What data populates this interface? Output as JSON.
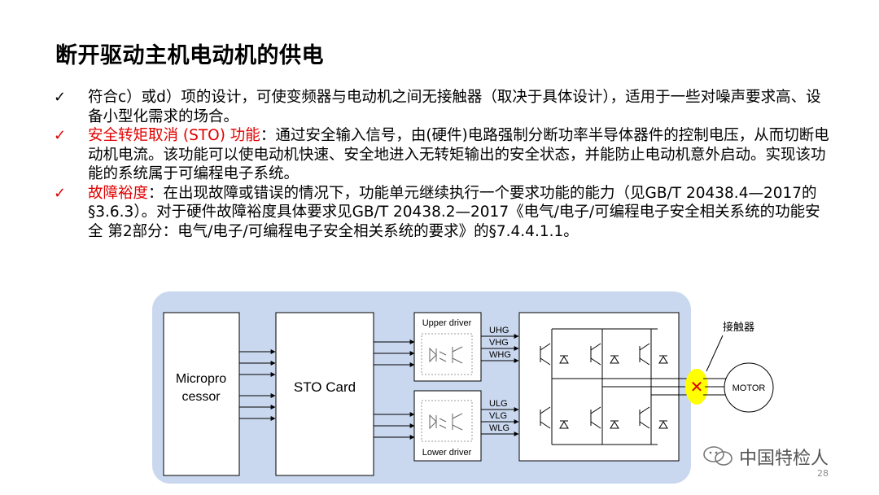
{
  "slide": {
    "title": "断开驱动主机电动机的供电",
    "bullets": [
      {
        "check": "✓",
        "highlight": "",
        "text": "符合c）或d）项的设计，可使变频器与电动机之间无接触器（取决于具体设计），适用于一些对噪声要求高、设备小型化需求的场合。"
      },
      {
        "check": "✓",
        "highlight": "安全转矩取消 (STO) 功能",
        "text": "：通过安全输入信号，由(硬件)电路强制分断功率半导体器件的控制电压，从而切断电动机电流。该功能可以使电动机快速、安全地进入无转矩输出的安全状态，并能防止电动机意外启动。实现该功能的系统属于可编程电子系统。"
      },
      {
        "check": "✓",
        "highlight": "故障裕度",
        "text": "：在出现故障或错误的情况下，功能单元继续执行一个要求功能的能力（见GB/T 20438.4—2017的§3.6.3）。对于硬件故障裕度具体要求见GB/T 20438.2—2017《电气/电子/可编程电子安全相关系统的功能安全 第2部分：电气/电子/可编程电子安全相关系统的要求》的§7.4.4.1.1。"
      }
    ],
    "page_number": "28"
  },
  "diagram": {
    "microprocessor_line1": "Micropro",
    "microprocessor_line2": "cessor",
    "sto_card": "STO Card",
    "upper_driver": "Upper driver",
    "lower_driver": "Lower driver",
    "upper_signals": [
      "UHG",
      "VHG",
      "WHG"
    ],
    "lower_signals": [
      "ULG",
      "VLG",
      "WLG"
    ],
    "contactor_label": "接触器",
    "motor_label": "MOTOR",
    "cross_mark": "✕"
  },
  "watermark": {
    "text": "中国特检人"
  },
  "colors": {
    "panel": "#cad8ef",
    "highlight_red": "#e10000",
    "contactor_yellow": "#ffff00"
  }
}
